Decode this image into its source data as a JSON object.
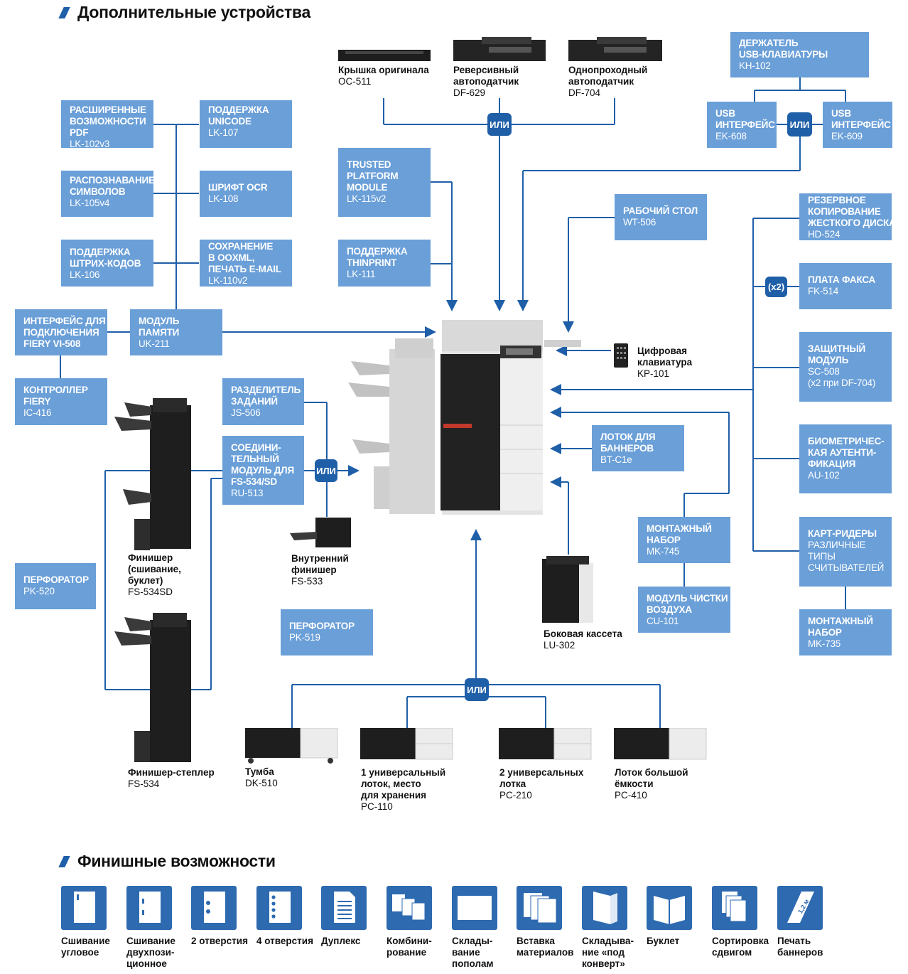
{
  "headings": {
    "devices": "Дополнительные устройства",
    "finishing": "Финишные возможности"
  },
  "or_label": "ИЛИ",
  "x2_label": "(x2)",
  "boxes": {
    "pdf": {
      "lines": [
        "РАСШИРЕННЫЕ",
        "ВОЗМОЖНОСТИ",
        "PDF"
      ],
      "code": "LK-102v3"
    },
    "unicode": {
      "lines": [
        "ПОДДЕРЖКА",
        "UNICODE"
      ],
      "code": "LK-107"
    },
    "ocr_rec": {
      "lines": [
        "РАСПОЗНАВАНИЕ",
        "СИМВОЛОВ"
      ],
      "code": "LK-105v4"
    },
    "ocr_font": {
      "lines": [
        "ШРИФТ OCR"
      ],
      "code": "LK-108"
    },
    "barcode": {
      "lines": [
        "ПОДДЕРЖКА",
        "ШТРИХ-КОДОВ"
      ],
      "code": "LK-106"
    },
    "ooxml": {
      "lines": [
        "СОХРАНЕНИЕ",
        "В OOXML,",
        "ПЕЧАТЬ E-MAIL"
      ],
      "code": "LK-110v2"
    },
    "fiery_if": {
      "lines": [
        "ИНТЕРФЕЙС ДЛЯ",
        "ПОДКЛЮЧЕНИЯ",
        "FIERY VI-508"
      ],
      "code": ""
    },
    "memory": {
      "lines": [
        "МОДУЛЬ",
        "ПАМЯТИ"
      ],
      "code": "UK-211"
    },
    "fiery": {
      "lines": [
        "КОНТРОЛЛЕР",
        "FIERY"
      ],
      "code": "IC-416"
    },
    "tpm": {
      "lines": [
        "TRUSTED",
        "PLATFORM",
        "MODULE"
      ],
      "code": "LK-115v2"
    },
    "thinprint": {
      "lines": [
        "ПОДДЕРЖКА",
        "THINPRINT"
      ],
      "code": "LK-111"
    },
    "usb_holder": {
      "lines": [
        "ДЕРЖАТЕЛЬ",
        "USB-КЛАВИАТУРЫ"
      ],
      "code": "KH-102"
    },
    "usb608": {
      "lines": [
        "USB",
        "ИНТЕРФЕЙС"
      ],
      "code": "EK-608"
    },
    "usb609": {
      "lines": [
        "USB",
        "ИНТЕРФЕЙС"
      ],
      "code": "EK-609"
    },
    "worktable": {
      "lines": [
        "РАБОЧИЙ СТОЛ"
      ],
      "code": "WT-506"
    },
    "hdd": {
      "lines": [
        "РЕЗЕРВНОЕ",
        "КОПИРОВАНИЕ",
        "ЖЕСТКОГО ДИСКА"
      ],
      "code": "HD-524"
    },
    "fax": {
      "lines": [
        "ПЛАТА ФАКСА"
      ],
      "code": "FK-514"
    },
    "security": {
      "lines": [
        "ЗАЩИТНЫЙ",
        "МОДУЛЬ"
      ],
      "code": "SC-508",
      "code2": "(x2 при DF-704)"
    },
    "bio": {
      "lines": [
        "БИОМЕТРИЧЕС-",
        "КАЯ АУТЕНТИ-",
        "ФИКАЦИЯ"
      ],
      "code": "AU-102"
    },
    "cardreader": {
      "lines": [
        "КАРТ-РИДЕРЫ"
      ],
      "code": "РАЗЛИЧНЫЕ",
      "code2": "ТИПЫ",
      "code3": "СЧИТЫВАТЕЛЕЙ"
    },
    "mk735": {
      "lines": [
        "МОНТАЖНЫЙ",
        "НАБОР"
      ],
      "code": "MK-735"
    },
    "banner_tray": {
      "lines": [
        "ЛОТОК ДЛЯ",
        "БАННЕРОВ"
      ],
      "code": "BT-C1e"
    },
    "mk745": {
      "lines": [
        "МОНТАЖНЫЙ",
        "НАБОР"
      ],
      "code": "MK-745"
    },
    "cu101": {
      "lines": [
        "МОДУЛЬ ЧИСТКИ",
        "ВОЗДУХА"
      ],
      "code": "CU-101"
    },
    "separator": {
      "lines": [
        "РАЗДЕЛИТЕЛЬ",
        "ЗАДАНИЙ"
      ],
      "code": "JS-506"
    },
    "relay": {
      "lines": [
        "СОЕДИНИ-",
        "ТЕЛЬНЫЙ",
        "МОДУЛЬ ДЛЯ",
        "FS-534/SD"
      ],
      "code": "RU-513"
    },
    "pk520": {
      "lines": [
        "ПЕРФОРАТОР"
      ],
      "code": "PK-520"
    },
    "pk519": {
      "lines": [
        "ПЕРФОРАТОР"
      ],
      "code": "PK-519"
    }
  },
  "captions": {
    "oc511": {
      "lines": [
        "Крышка оригинала"
      ],
      "code": "OC-511"
    },
    "df629": {
      "lines": [
        "Реверсивный",
        "автоподатчик"
      ],
      "code": "DF-629"
    },
    "df704": {
      "lines": [
        "Однопроходный",
        "автоподатчик"
      ],
      "code": "DF-704"
    },
    "kp101": {
      "lines": [
        "Цифровая",
        "клавиатура"
      ],
      "code": "KP-101"
    },
    "fs534sd": {
      "lines": [
        "Финишер",
        "(сшивание,",
        "буклет)"
      ],
      "code": "FS-534SD"
    },
    "fs533": {
      "lines": [
        "Внутренний",
        "финишер"
      ],
      "code": "FS-533"
    },
    "lu302": {
      "lines": [
        "Боковая кассета"
      ],
      "code": "LU-302"
    },
    "fs534": {
      "lines": [
        "Финишер-степлер"
      ],
      "code": "FS-534"
    },
    "dk510": {
      "lines": [
        "Тумба"
      ],
      "code": "DK-510"
    },
    "pc110": {
      "lines": [
        "1 универсальный",
        "лоток, место",
        "для хранения"
      ],
      "code": "PC-110"
    },
    "pc210": {
      "lines": [
        "2 универсальных",
        "лотка"
      ],
      "code": "PC-210"
    },
    "pc410": {
      "lines": [
        "Лоток большой",
        "ёмкости"
      ],
      "code": "PC-410"
    }
  },
  "finishing": [
    {
      "label": [
        "Сшивание",
        "угловое"
      ],
      "icon": "staple-corner-icon"
    },
    {
      "label": [
        "Сшивание",
        "двухпози-",
        "ционное"
      ],
      "icon": "staple-two-position-icon"
    },
    {
      "label": [
        "2 отверстия"
      ],
      "icon": "two-hole-punch-icon"
    },
    {
      "label": [
        "4 отверстия"
      ],
      "icon": "four-hole-punch-icon"
    },
    {
      "label": [
        "Дуплекс"
      ],
      "icon": "duplex-icon"
    },
    {
      "label": [
        "Комбини-",
        "рование"
      ],
      "icon": "combination-icon"
    },
    {
      "label": [
        "Склады-",
        "вание",
        "пополам"
      ],
      "icon": "half-fold-icon"
    },
    {
      "label": [
        "Вставка",
        "материалов"
      ],
      "icon": "insert-material-icon"
    },
    {
      "label": [
        "Складыва-",
        "ние «под",
        "конверт»"
      ],
      "icon": "letter-fold-icon"
    },
    {
      "label": [
        "Буклет"
      ],
      "icon": "booklet-icon"
    },
    {
      "label": [
        "Сортировка",
        "сдвигом"
      ],
      "icon": "offset-sort-icon"
    },
    {
      "label": [
        "Печать",
        "баннеров"
      ],
      "icon": "banner-print-icon"
    }
  ],
  "banner_icon_text": "1,2 м",
  "colors": {
    "box": "#6a9fd8",
    "accent": "#1f5fa8",
    "icon_bg": "#2d6ab0"
  }
}
